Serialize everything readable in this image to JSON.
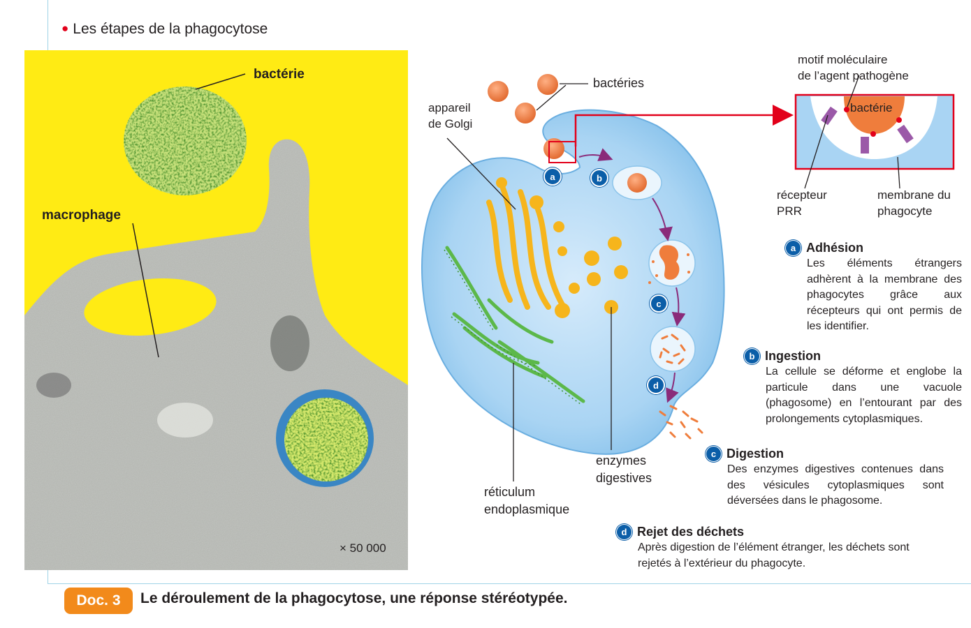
{
  "title": "Les étapes de la phagocytose",
  "photo": {
    "label_bacterium": "bactérie",
    "label_macrophage": "macrophage",
    "magnification": "× 50 000"
  },
  "diagram": {
    "label_bacteria": "bactéries",
    "label_golgi": "appareil\nde Golgi",
    "label_er": "réticulum\nendoplasmique",
    "label_enzymes": "enzymes\ndigestives",
    "label_motif": "motif moléculaire\nde l’agent pathogène",
    "label_bacterium_inset": "bactérie",
    "label_receptor": "récepteur\nPRR",
    "label_membrane": "membrane du\nphagocyte",
    "badges": {
      "a": "a",
      "b": "b",
      "c": "c",
      "d": "d"
    }
  },
  "steps": [
    {
      "letter": "a",
      "title": "Adhésion",
      "text": "Les éléments étrangers adhèrent à la membrane des phagocytes grâce aux récepteurs qui ont permis de les identifier."
    },
    {
      "letter": "b",
      "title": "Ingestion",
      "text": "La cellule se déforme et englobe la particule dans une vacuole (phagosome) en l’entourant par des prolongements cytoplasmiques."
    },
    {
      "letter": "c",
      "title": "Digestion",
      "text": "Des enzymes digestives contenues dans des vésicules cytoplasmiques sont déversées dans le phagosome."
    },
    {
      "letter": "d",
      "title": "Rejet des déchets",
      "text": "Après digestion de l’élément étranger, les déchets sont rejetés à l’extérieur du phagocyte."
    }
  ],
  "footer": {
    "doc_label": "Doc. 3",
    "caption": "Le déroulement de la phagocytose, une réponse stéréotypée."
  },
  "colors": {
    "photo_background": "#ffeb14",
    "cell_fill": "#a9d4f3",
    "golgi": "#f6b51c",
    "er": "#5cb84a",
    "bacteria": "#ef7d3c",
    "receptor": "#9b59a8",
    "badge_blue": "#0b5ea8",
    "doc_badge": "#f28a1b",
    "highlight_red": "#e2001a"
  }
}
